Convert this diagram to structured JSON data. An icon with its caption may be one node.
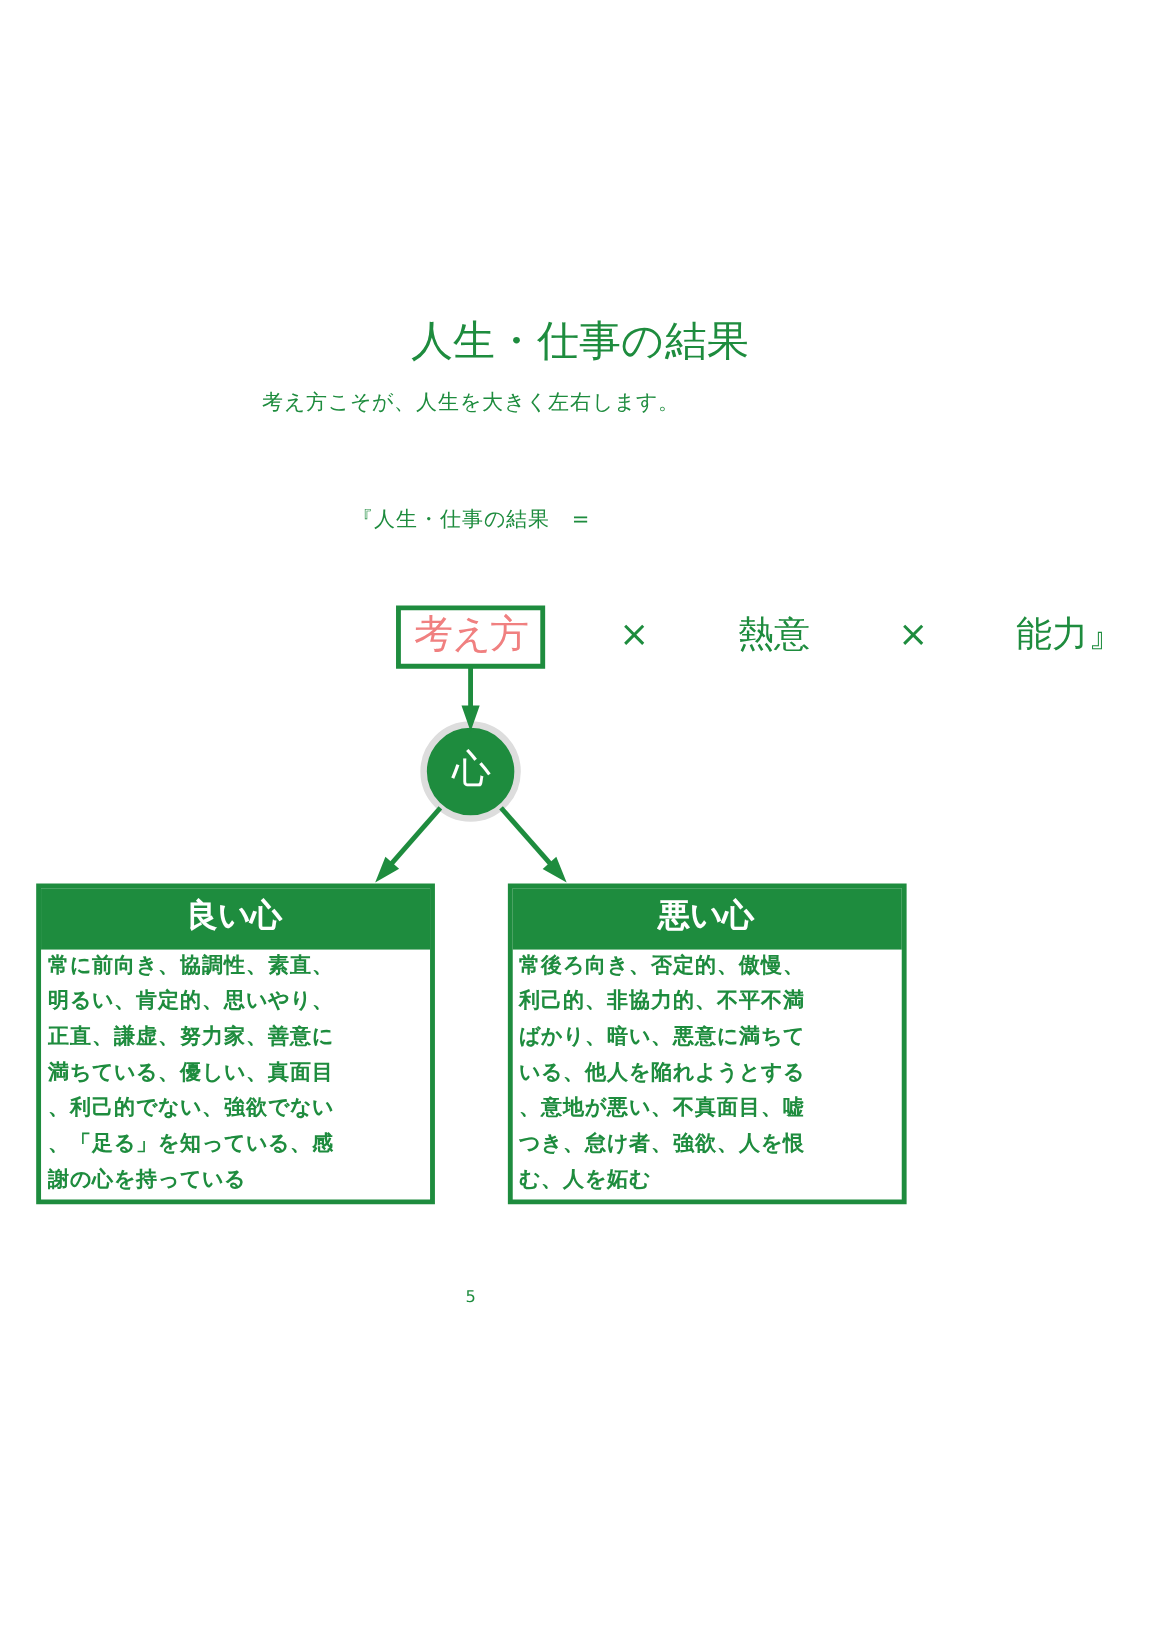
{
  "diagram": {
    "title": "人生・仕事の結果",
    "nodes": [
      {
        "text": [
          "考え方"
        ]
      },
      {
        "text": [
          "心"
        ]
      },
      {
        "text": [
          "良い心",
          "常に前向き、協調性、素直、明るい、肯定的、思いやり、正直、謙虚、努力家、善意に満ちている、優しい、真面目、利己的でない、強欲でない、「足る」を知っている、感謝の心を持っている"
        ]
      },
      {
        "text": [
          "悪い心",
          "常後ろ向き、否定的、傲慢、利己的、非協力的、不平不満ばかり、暗い、悪意に満ちている、他人を陥れようとする、意地が悪い、不真面目、嘘つき、怠け者、強欲、人を恨む、人を妬む"
        ]
      }
    ],
    "edges": [
      {
        "from": 0,
        "to": 1,
        "arrow": "to"
      },
      {
        "from": 1,
        "to": 2,
        "arrow": "to"
      },
      {
        "from": 1,
        "to": 3,
        "arrow": "to"
      }
    ],
    "labels": [
      "考え方こそが、人生を大きく左右します。",
      "『人生・仕事の結果　=",
      "×",
      "熱意",
      "×",
      "能力』",
      "5"
    ]
  }
}
